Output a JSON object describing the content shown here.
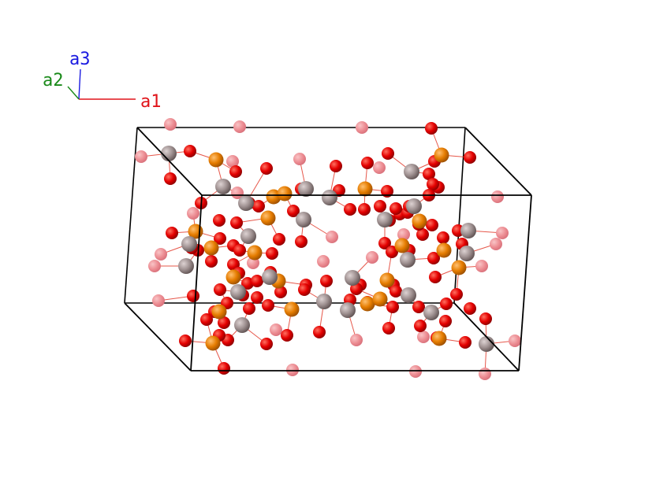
{
  "axes": {
    "a1": {
      "label": "a1",
      "color": "#e0141a"
    },
    "a2": {
      "label": "a2",
      "color": "#1a8a1a"
    },
    "a3": {
      "label": "a3",
      "color": "#1a1ae0"
    }
  },
  "colors": {
    "cell_edge": "#000000",
    "bond": "#e23a2a",
    "oxygen": "#e00000",
    "oxygen_faded": "#ec8c92",
    "phosphorus": "#e57c00",
    "metal": "#9e9090"
  }
}
